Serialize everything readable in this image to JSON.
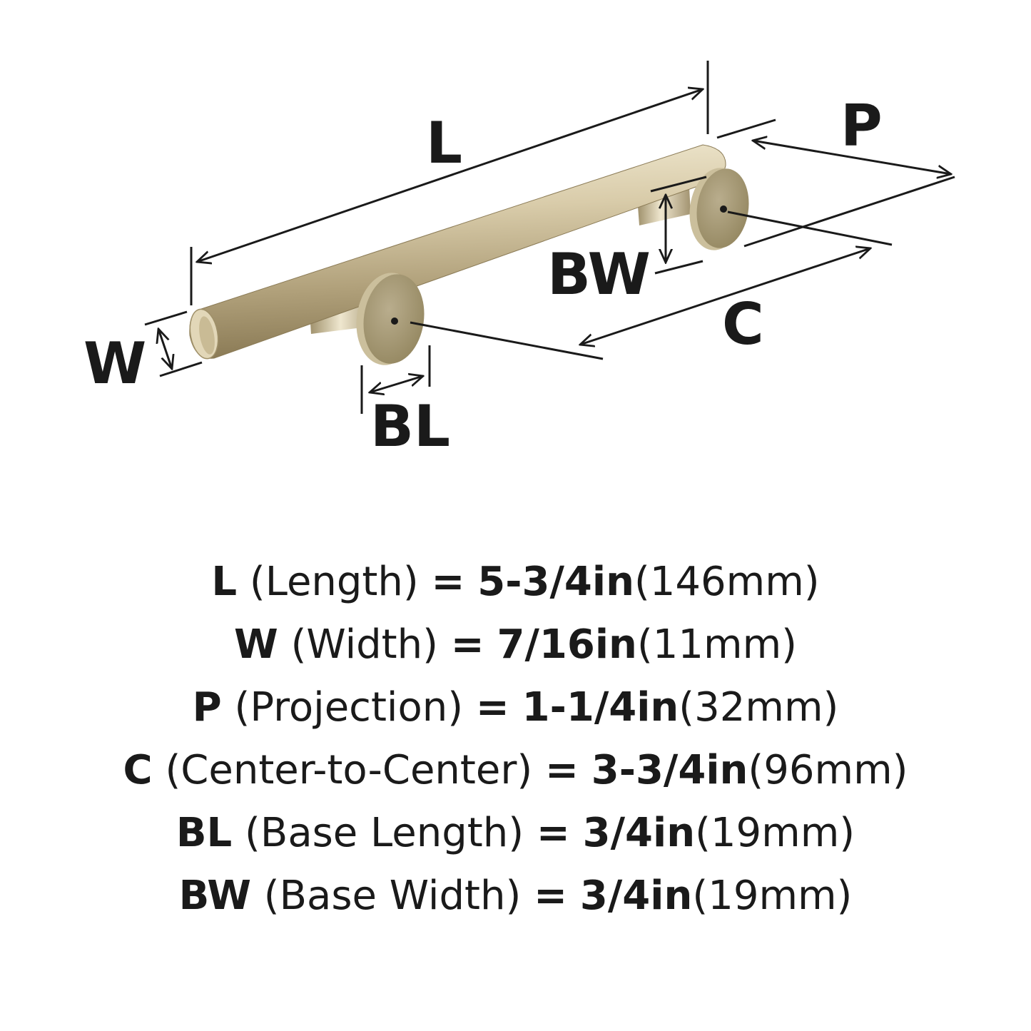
{
  "colors": {
    "ink": "#1a1a1a",
    "metal_light": "#ece3c7",
    "metal_mid": "#c2b48d",
    "metal_dark": "#8a7a55",
    "base_face": "#a59877"
  },
  "diagram": {
    "labels": {
      "L": "L",
      "P": "P",
      "W": "W",
      "BW": "BW",
      "C": "C",
      "BL": "BL"
    }
  },
  "specs": [
    {
      "code": "L",
      "name": "(Length)",
      "eq": "=",
      "imperial": "5-3/4in",
      "metric": "(146mm)"
    },
    {
      "code": "W",
      "name": "(Width)",
      "eq": "=",
      "imperial": "7/16in",
      "metric": "(11mm)"
    },
    {
      "code": "P",
      "name": "(Projection)",
      "eq": "=",
      "imperial": "1-1/4in",
      "metric": "(32mm)"
    },
    {
      "code": "C",
      "name": "(Center-to-Center)",
      "eq": "=",
      "imperial": "3-3/4in",
      "metric": "(96mm)"
    },
    {
      "code": "BL",
      "name": "(Base Length)",
      "eq": "=",
      "imperial": "3/4in",
      "metric": "(19mm)"
    },
    {
      "code": "BW",
      "name": "(Base Width)",
      "eq": "=",
      "imperial": "3/4in",
      "metric": "(19mm)"
    }
  ]
}
